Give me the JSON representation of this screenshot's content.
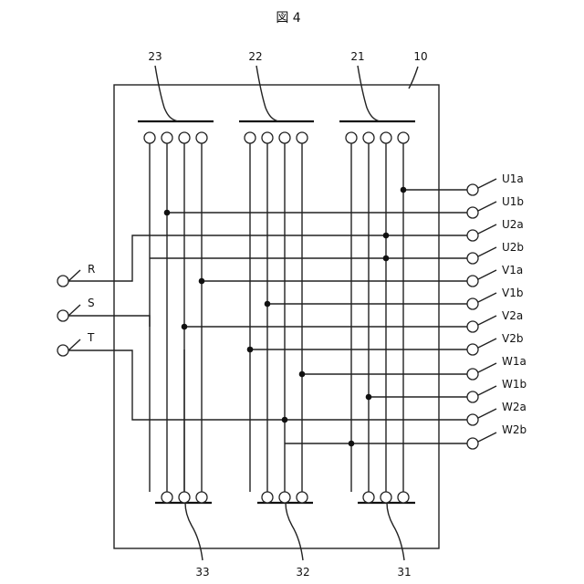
{
  "figure": {
    "title": "図 4"
  },
  "labels": {
    "housing": "10",
    "top_buses": [
      "23",
      "22",
      "21"
    ],
    "bottom_buses": [
      "33",
      "32",
      "31"
    ]
  },
  "inputs": [
    "R",
    "S",
    "T"
  ],
  "outputs": [
    "U1a",
    "U1b",
    "U2a",
    "U2b",
    "V1a",
    "V1b",
    "V2a",
    "V2b",
    "W1a",
    "W1b",
    "W2a",
    "W2b"
  ]
}
